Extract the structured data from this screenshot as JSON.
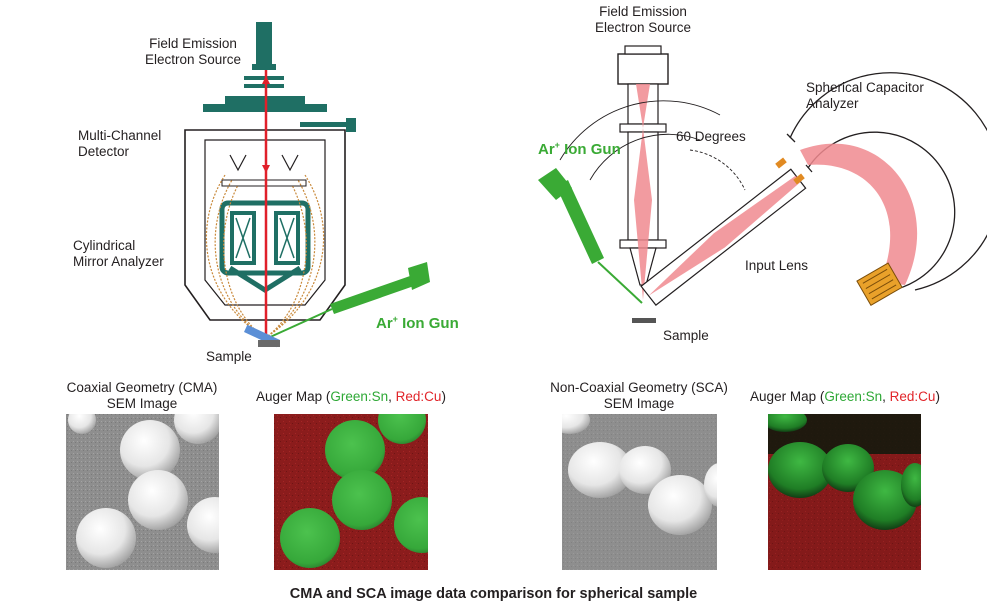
{
  "cma": {
    "source_line1": "Field Emission",
    "source_line2": "Electron Source",
    "detector_line1": "Multi-Channel",
    "detector_line2": "Detector",
    "analyzer_line1": "Cylindrical",
    "analyzer_line2": "Mirror Analyzer",
    "ion_gun": "Ar",
    "ion_gun_sup": "+",
    "ion_gun_rest": " Ion Gun",
    "sample": "Sample",
    "sem_title_line1": "Coaxial Geometry (CMA)",
    "sem_title_line2": "SEM Image",
    "auger_prefix": "Auger Map (",
    "auger_green": "Green:Sn",
    "auger_sep": ", ",
    "auger_red": "Red:Cu",
    "auger_suffix": ")"
  },
  "sca": {
    "source_line1": "Field Emission",
    "source_line2": "Electron Source",
    "angle": "60 Degrees",
    "analyzer_line1": "Spherical Capacitor",
    "analyzer_line2": "Analyzer",
    "ion_gun": "Ar",
    "ion_gun_sup": "+",
    "ion_gun_rest": " Ion Gun",
    "input_lens": "Input Lens",
    "sample": "Sample",
    "sem_title_line1": "Non-Coaxial Geometry (SCA)",
    "sem_title_line2": "SEM Image",
    "auger_prefix": "Auger Map (",
    "auger_green": "Green:Sn",
    "auger_sep": ", ",
    "auger_red": "Red:Cu",
    "auger_suffix": ")"
  },
  "caption": "CMA and SCA image data comparison for spherical sample",
  "colors": {
    "beam_red": "#e0202a",
    "ion_green": "#3aaa35",
    "analyzer_teal": "#1f6f64",
    "trajectory_orange": "#c98a3c",
    "sca_beam_pink": "#f08a8f",
    "auger_red_bg": "#8c1a1a",
    "auger_green": "#35b03a"
  }
}
